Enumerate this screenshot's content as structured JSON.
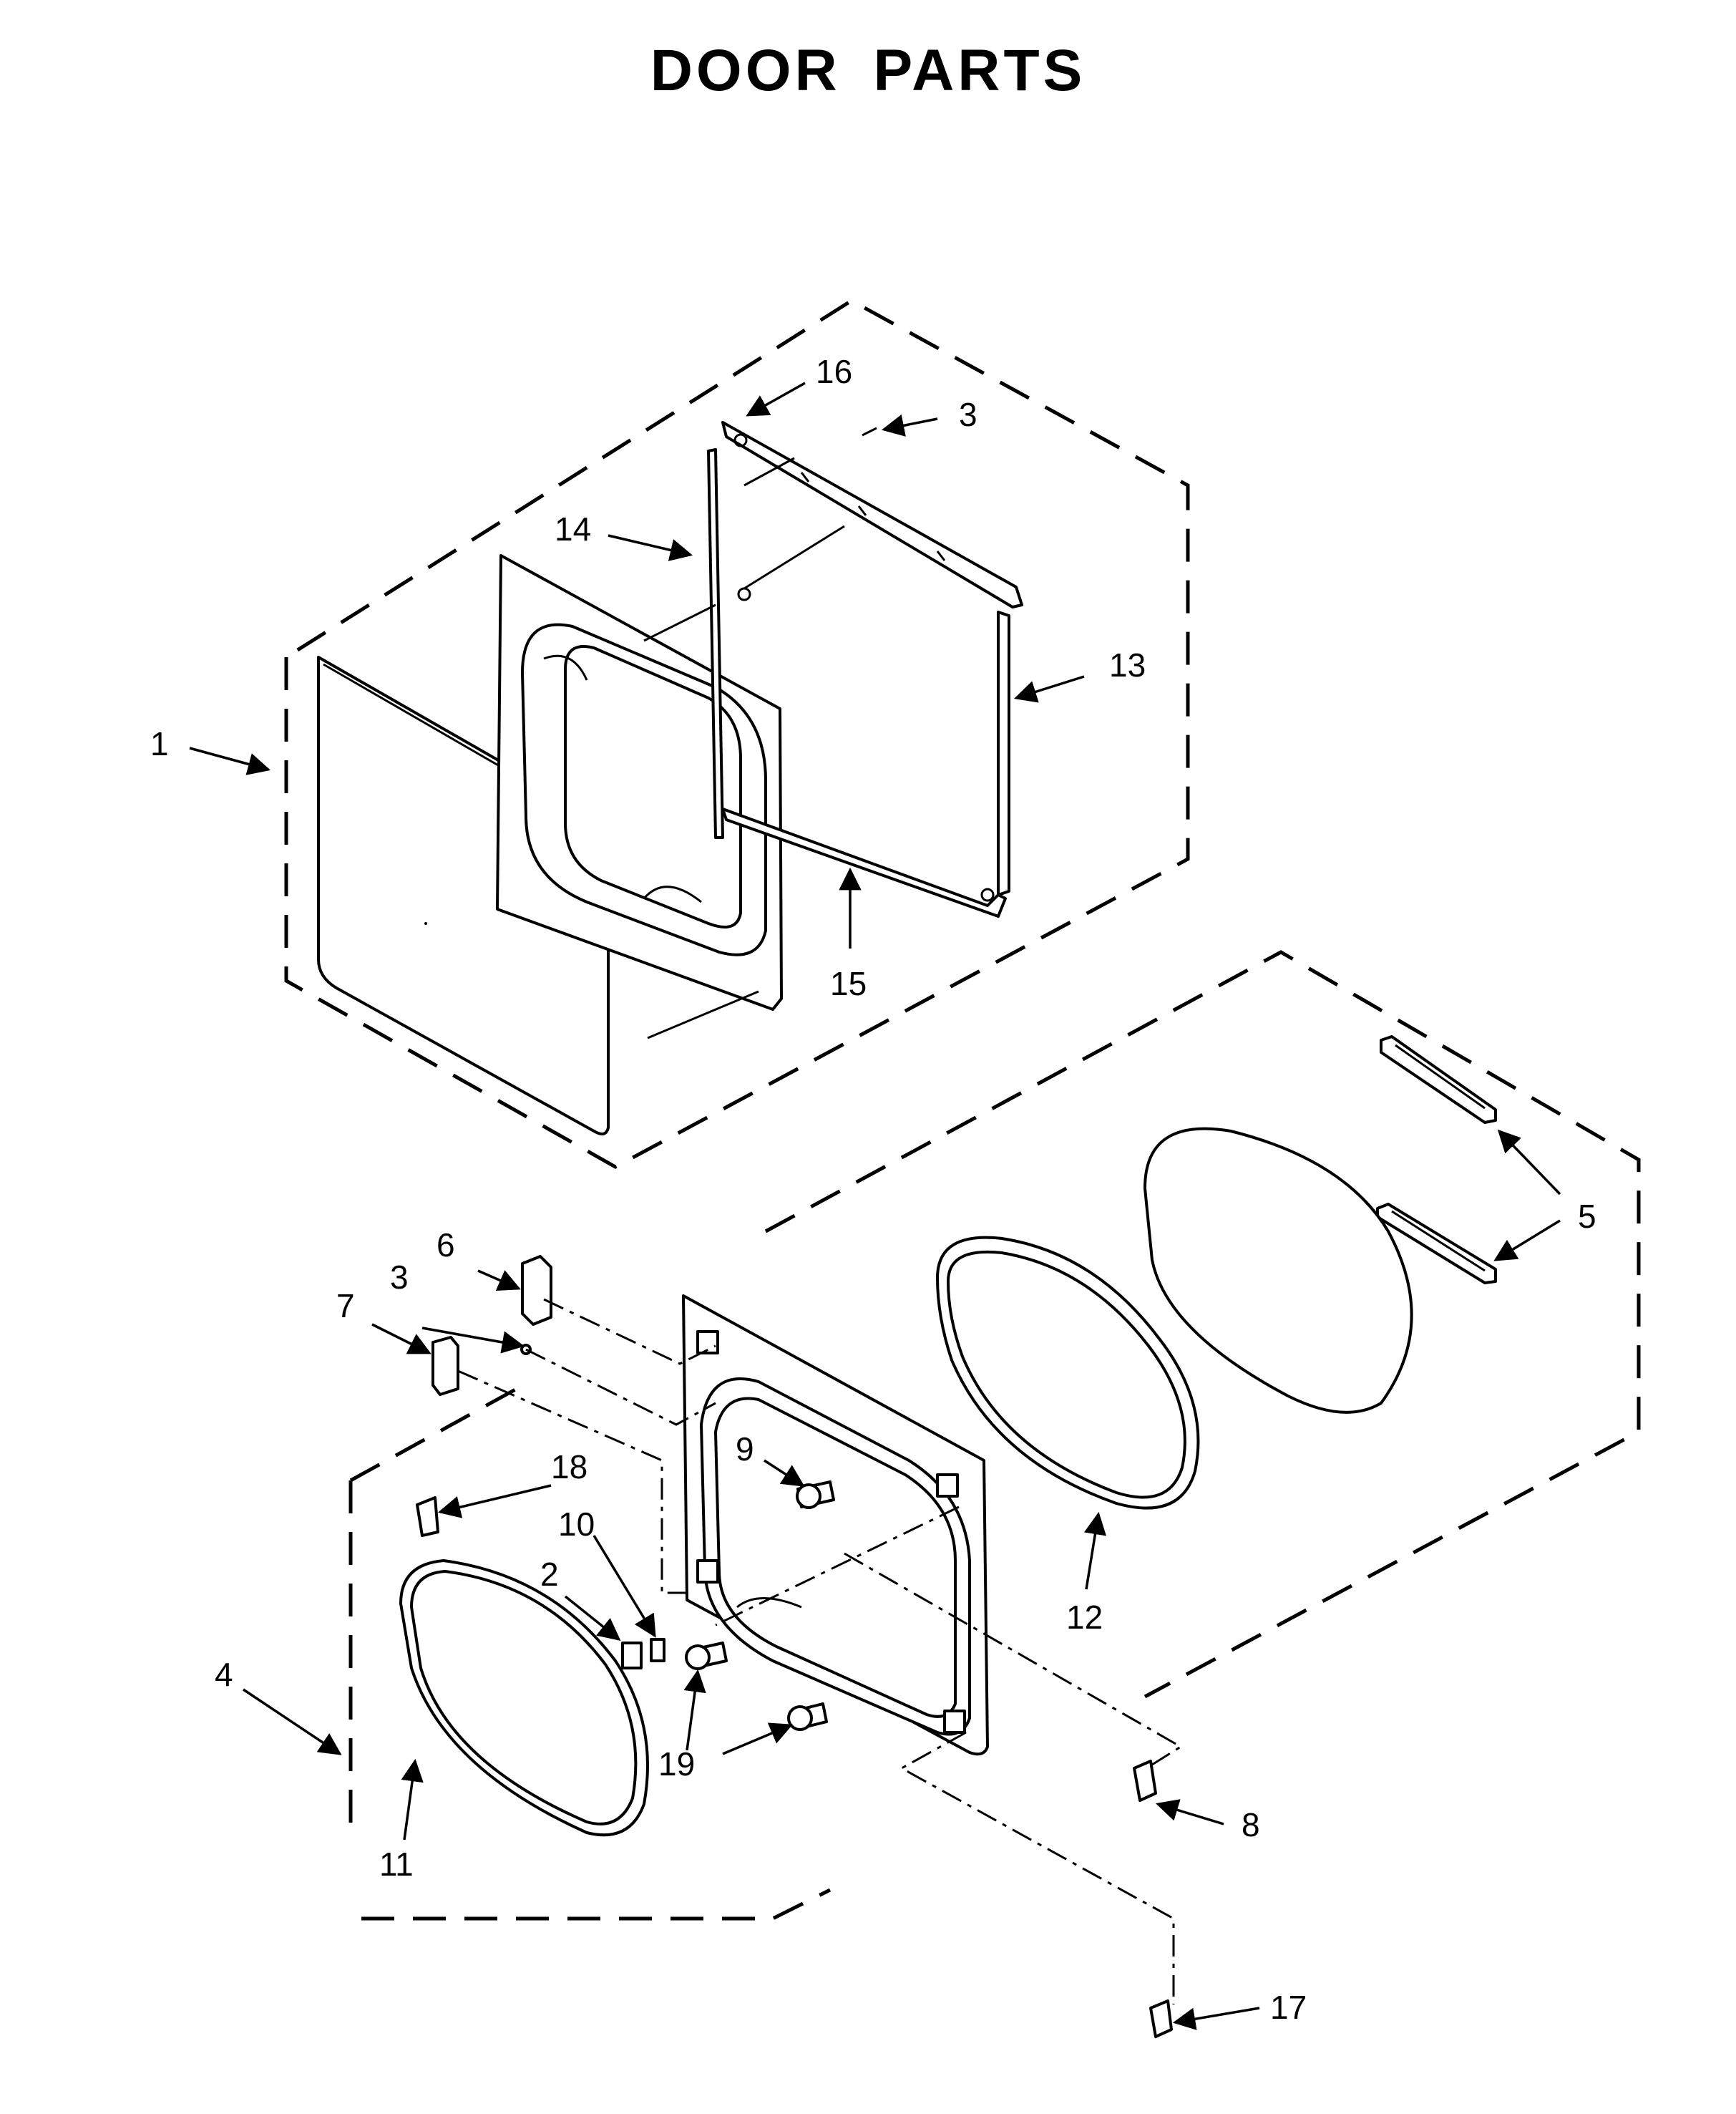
{
  "title": "DOOR PARTS",
  "callouts": [
    {
      "id": "c1",
      "label": "1"
    },
    {
      "id": "c16",
      "label": "16"
    },
    {
      "id": "c3a",
      "label": "3"
    },
    {
      "id": "c14",
      "label": "14"
    },
    {
      "id": "c13",
      "label": "13"
    },
    {
      "id": "c15",
      "label": "15"
    },
    {
      "id": "c5",
      "label": "5"
    },
    {
      "id": "c6",
      "label": "6"
    },
    {
      "id": "c3b",
      "label": "3"
    },
    {
      "id": "c7",
      "label": "7"
    },
    {
      "id": "c18",
      "label": "18"
    },
    {
      "id": "c9",
      "label": "9"
    },
    {
      "id": "c10",
      "label": "10"
    },
    {
      "id": "c2",
      "label": "2"
    },
    {
      "id": "c4",
      "label": "4"
    },
    {
      "id": "c12",
      "label": "12"
    },
    {
      "id": "c19",
      "label": "19"
    },
    {
      "id": "c11",
      "label": "11"
    },
    {
      "id": "c8",
      "label": "8"
    },
    {
      "id": "c17",
      "label": "17"
    }
  ]
}
